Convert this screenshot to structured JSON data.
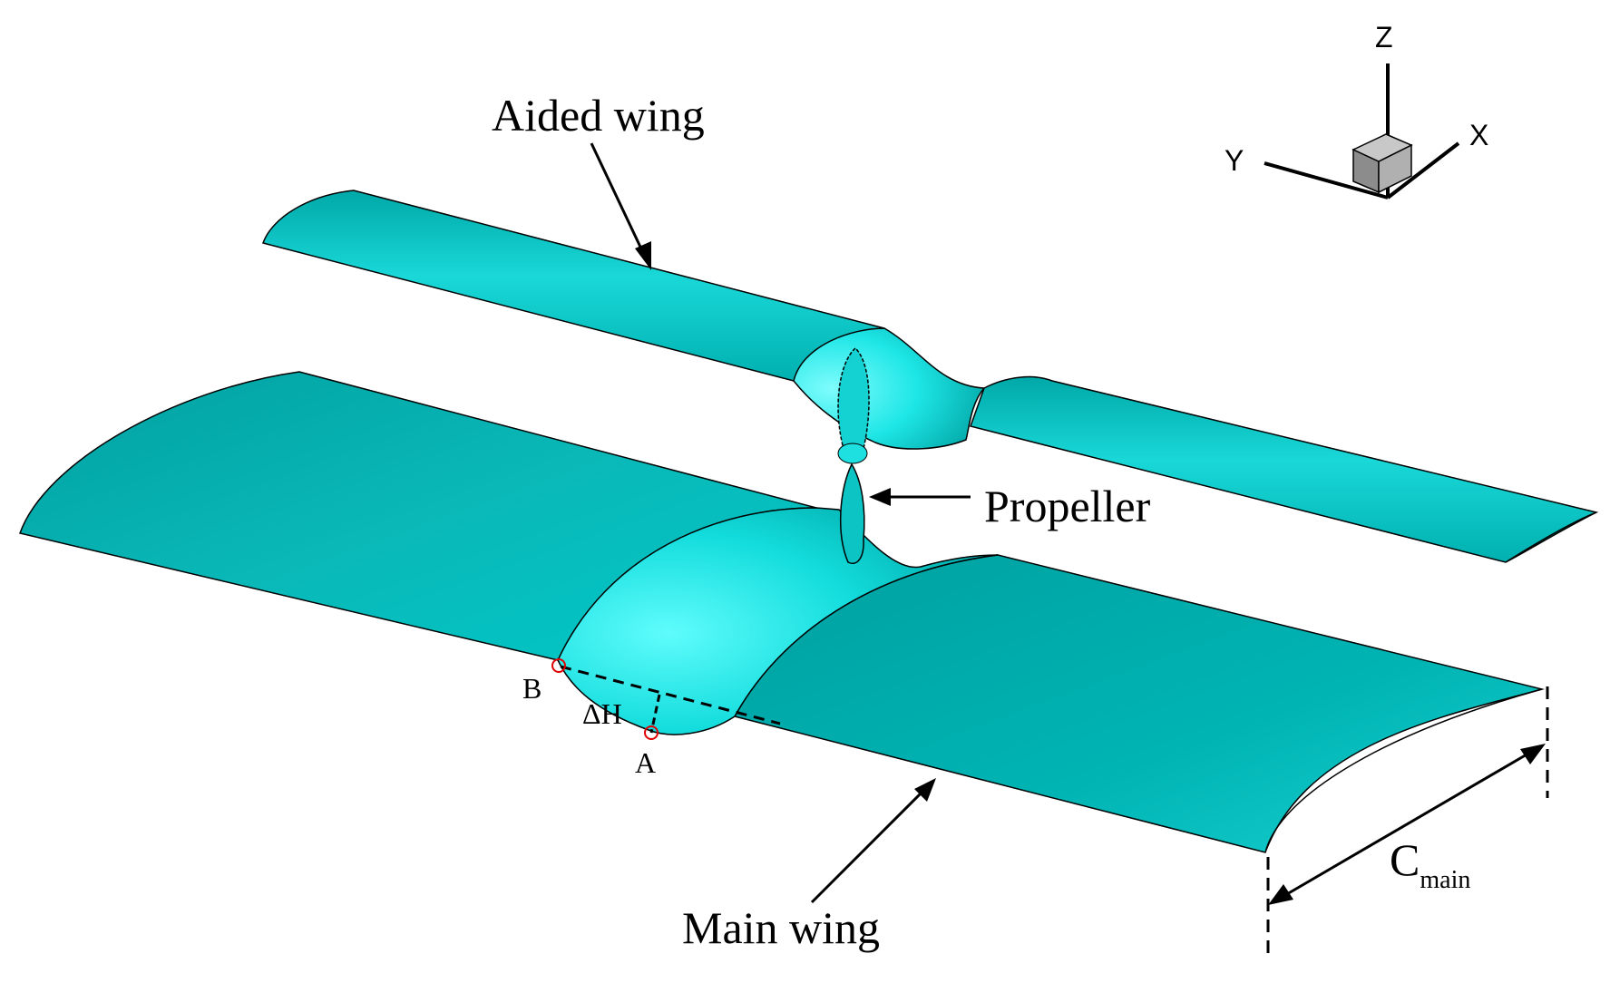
{
  "labels": {
    "aided_wing": "Aided wing",
    "propeller": "Propeller",
    "main_wing": "Main wing",
    "point_b": "B",
    "point_a": "A",
    "delta_h": "ΔH",
    "chord_main_symbol": "C",
    "chord_main_subscript": "main"
  },
  "axes": {
    "z": "Z",
    "y": "Y",
    "x": "X"
  },
  "colors": {
    "wing_light": "#19f0f0",
    "wing_mid": "#00b8b8",
    "wing_dark": "#008a8a",
    "outline": "#000000",
    "marker": "#e00000",
    "cube": "#a0a0a0"
  }
}
